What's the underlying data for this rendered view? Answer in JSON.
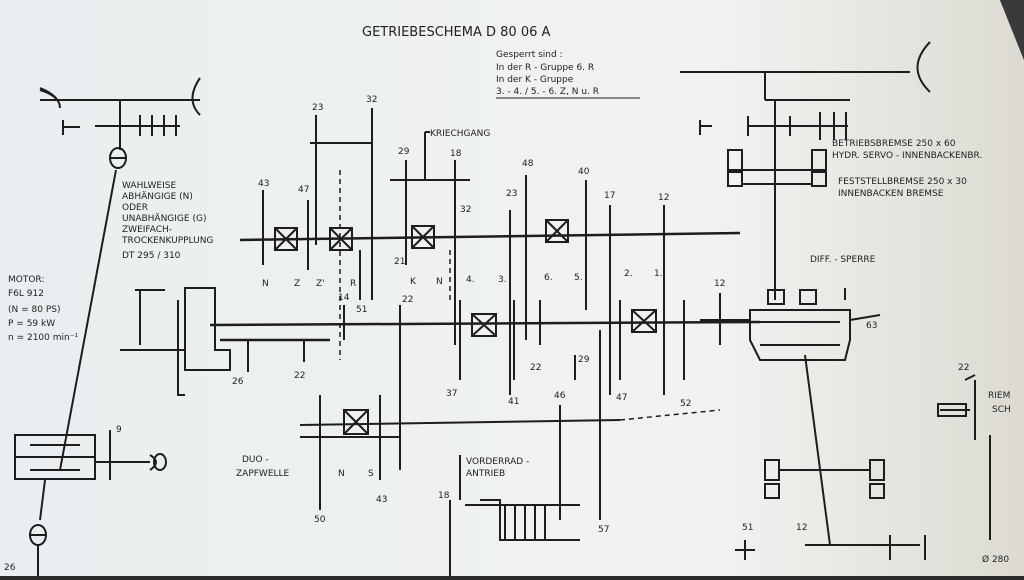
{
  "title": "GETRIEBESCHEMA  D 80 06 A",
  "locked_note": [
    "Gesperrt sind :",
    "In der R - Gruppe   6. R",
    "In der K - Gruppe",
    "3. - 4. / 5. - 6. Z, N u. R"
  ],
  "kriechgang": "KRIECHGANG",
  "clutch_label": [
    "WAHLWEISE",
    "ABHÄNGIGE (N)",
    "ODER",
    "UNABHÄNGIGE (G)",
    "ZWEIFACH-",
    "TROCKENKUPPLUNG",
    "DT 295 / 310"
  ],
  "motor_label": [
    "MOTOR:",
    "F6L 912",
    "(N = 80 PS)",
    "P = 59 kW",
    "n = 2100 min⁻¹"
  ],
  "betriebsbremse": [
    "BETRIEBSBREMSE  250 x 60",
    "HYDR. SERVO - INNENBACKENBR."
  ],
  "feststellbremse": [
    "FESTSTELLBREMSE  250 x 30",
    "INNENBACKEN BREMSE"
  ],
  "diff_sperre": "DIFF. - SPERRE",
  "duo": [
    "DUO -",
    "ZAPFWELLE"
  ],
  "vorderrad": [
    "VORDERRAD -",
    "ANTRIEB"
  ],
  "riemen": [
    "RIEM",
    "SCH"
  ],
  "diameter": "Ø 280",
  "gear_numbers": {
    "g23a": "23",
    "g32a": "32",
    "g29": "29",
    "g18a": "18",
    "g48": "48",
    "g40": "40",
    "g43a": "43",
    "g47a": "47",
    "g32b": "32",
    "g23b": "23",
    "g17": "17",
    "g12a": "12",
    "g21": "21",
    "g14": "14",
    "g22a": "22",
    "g51a": "51",
    "g26a": "26",
    "g22b": "22",
    "g37": "37",
    "g41": "41",
    "g22c": "22",
    "g29b": "29",
    "g47b": "47",
    "g52": "52",
    "g12b": "12",
    "g63": "63",
    "g46": "46",
    "g43b": "43",
    "g50": "50",
    "g18b": "18",
    "g57": "57",
    "g51b": "51",
    "g12c": "12",
    "g22d": "22",
    "g9": "9",
    "g26b": "26"
  },
  "shift_labels": {
    "n1": "N",
    "z1": "Z",
    "z2": "Z'",
    "r1": "R",
    "k1": "K",
    "n2": "N",
    "r4": "4.",
    "r3": "3.",
    "r6": "6.",
    "r5": "5.",
    "r2": "2.",
    "r1g": "1.",
    "n3": "N",
    "s1": "S"
  }
}
